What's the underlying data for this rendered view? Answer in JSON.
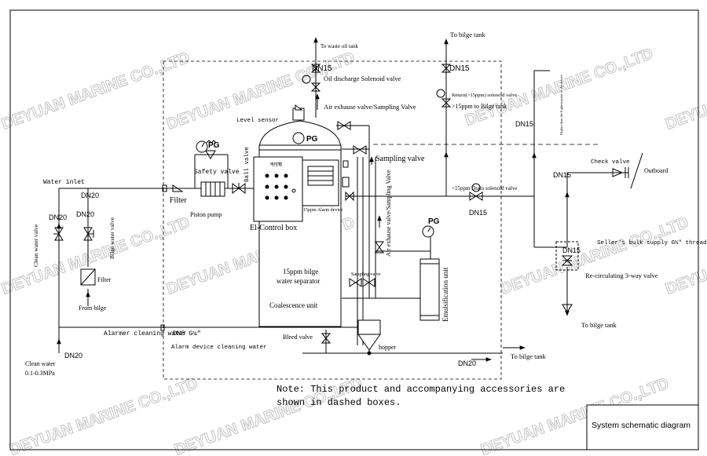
{
  "watermark_text": "DEYUAN MARINE CO.,LTD",
  "labels": {
    "to_waste_oil_tank": "To waste oil tank",
    "to_bilge_tank_top": "To bilge tank",
    "dn15_top_left": "DN15",
    "dn15_top_right": "DN15",
    "oil_discharge_valve": "Oil discharge Solenoid valve",
    "return_valve": "Return(>15ppm) solenoid valve",
    "return_to_bilge": ">15ppm to Bilge tank",
    "air_exhaust_sampling_top": "Air exhause valve/Sampling Valve",
    "level_sensor": "Level sensor",
    "pg_top": "PG",
    "pg_left": "PG",
    "pg_right": "PG",
    "dn15_mid": "DN15",
    "higher_than_point": "Higher than the highest point of the device",
    "safety_valve": "Safety valve",
    "ball_valve": "Ball valve",
    "sampling_valve": "Sampling valve",
    "air_exhaust_sampling_right": "Air exhause valve/Sampling Valve",
    "water_inlet": "Water inlet",
    "dn20_inlet": "DN20",
    "dn20_left_a": "DN20",
    "dn20_left_b": "DN20",
    "clean_water_valve": "Clean water valve",
    "bilge_water_valve": "Bilge water valve",
    "filter_main": "Filter",
    "piston_pump": "Piston pump",
    "filter_small": "Filter",
    "from_bilge": "From bilge",
    "el_control_box": "El-Control box",
    "alarm_device": "15ppm Alarm device",
    "drain_valve": "<15ppm Drain solenoid valve",
    "dn15_drain": "DN15",
    "dn15_right": "DN15",
    "check_valve": "Check valve",
    "outboard": "Outboard",
    "sellers_supply": "Seller's bulk supply G½\" threaded female connector",
    "dn15_recirc": "DN15",
    "recirc_valve": "Re-circulating 3-way valve",
    "to_bilge_tank_right": "To bilge tank",
    "separator_title_1": "15ppm bilge",
    "separator_title_2": "water separator",
    "coalescence_unit": "Coalescence unit",
    "sampling_valve_small": "Sampling valve",
    "emulsification_unit": "Emulsification unit",
    "alarmer_cleaning_water": "Alarmer cleaning water",
    "dn8": "DN8 G¼\"",
    "alarm_device_cleaning": "Alarm device cleaning water",
    "bleed_valve": "Bleed valve",
    "hopper": "hopper",
    "dn20_clean": "DN20",
    "clean_water": "Clean water",
    "clean_water_pressure": "0.1-0.3MPa",
    "to_bilge_tank_bottom": "To bilge tank",
    "dn20_bottom": "DN20",
    "control_box_panel_label": "电控箱"
  },
  "note": {
    "line1": "Note: This product and accompanying accessories are",
    "line2": "shown in dashed boxes."
  },
  "title_block": {
    "title": "System schematic diagram"
  }
}
